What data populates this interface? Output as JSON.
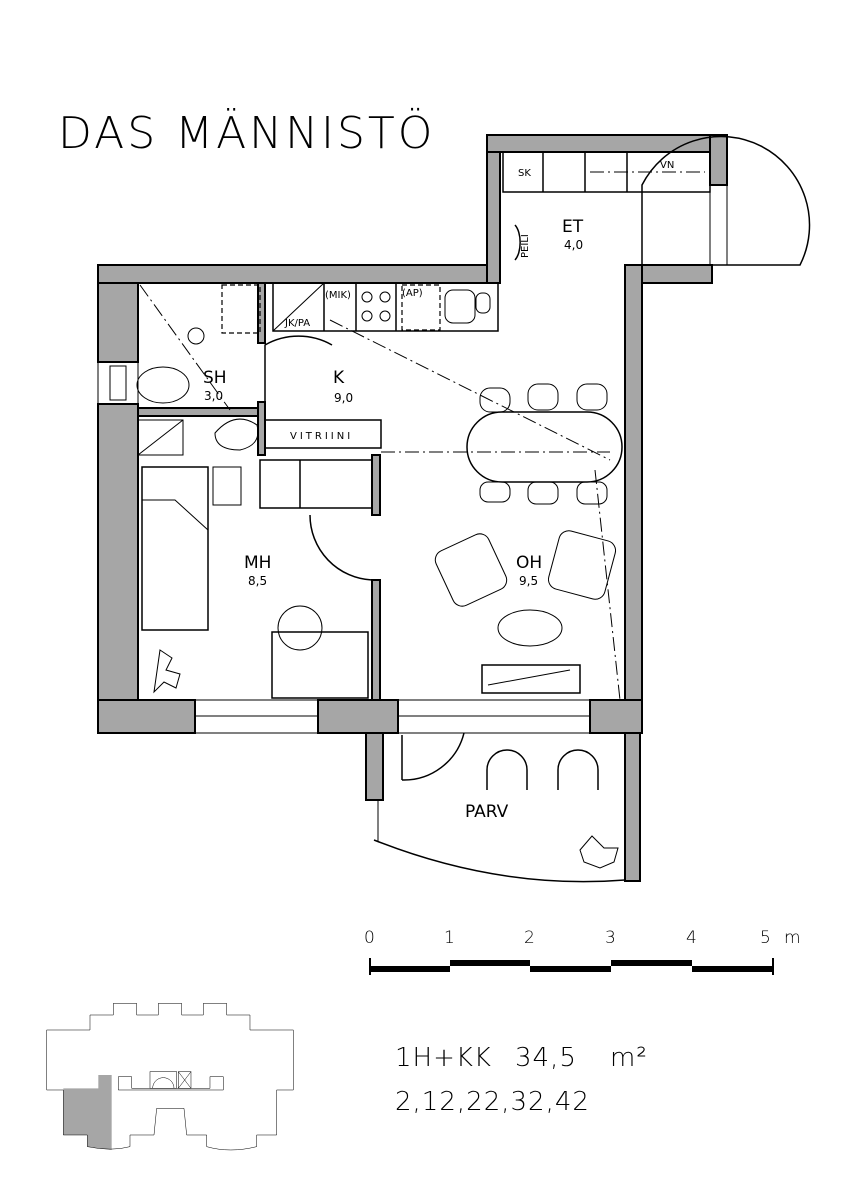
{
  "title": "DAS MÄNNISTÖ",
  "rooms": {
    "et": {
      "label": "ET",
      "area": "4,0"
    },
    "sh": {
      "label": "SH",
      "area": "3,0"
    },
    "k": {
      "label": "K",
      "area": "9,0"
    },
    "mh": {
      "label": "MH",
      "area": "8,5"
    },
    "oh": {
      "label": "OH",
      "area": "9,5"
    },
    "parv": {
      "label": "PARV"
    }
  },
  "fixtures": {
    "sk": "SK",
    "vn": "VN",
    "peili": "PEILI",
    "mik": "(MIK)",
    "ap": "(AP)",
    "jkpa": "JK/PA",
    "vitriini": "VITRIINI"
  },
  "scale": {
    "ticks": [
      "0",
      "1",
      "2",
      "3",
      "4",
      "5"
    ],
    "unit": "m"
  },
  "apartment": {
    "type": "1H+KK",
    "area": "34,5",
    "area_unit": "m²",
    "numbers": "2,12,22,32,42"
  },
  "colors": {
    "wall": "#a6a6a6",
    "line": "#000000",
    "highlight": "#a6a6a6"
  }
}
